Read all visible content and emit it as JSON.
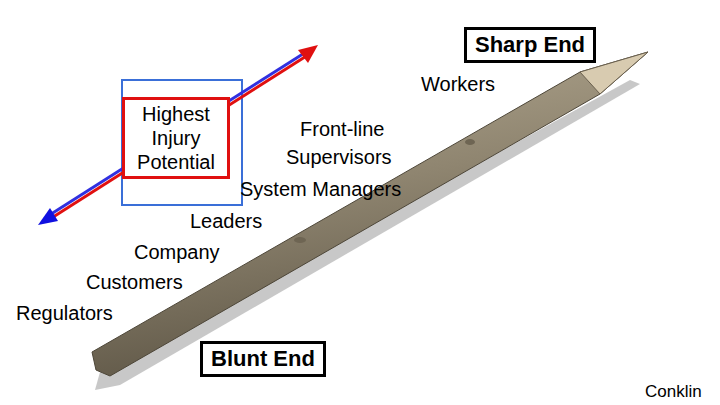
{
  "diagram": {
    "nodes": [
      {
        "text": [
          "Sharp End"
        ]
      },
      {
        "text": [
          "Highest Injury Potential"
        ]
      },
      {
        "text": [
          "Blunt End"
        ]
      }
    ],
    "labels": [
      "Workers",
      "Front-line",
      "Supervisors",
      "System Managers",
      "Leaders",
      "Company",
      "Customers",
      "Regulators",
      "Conklin"
    ]
  }
}
